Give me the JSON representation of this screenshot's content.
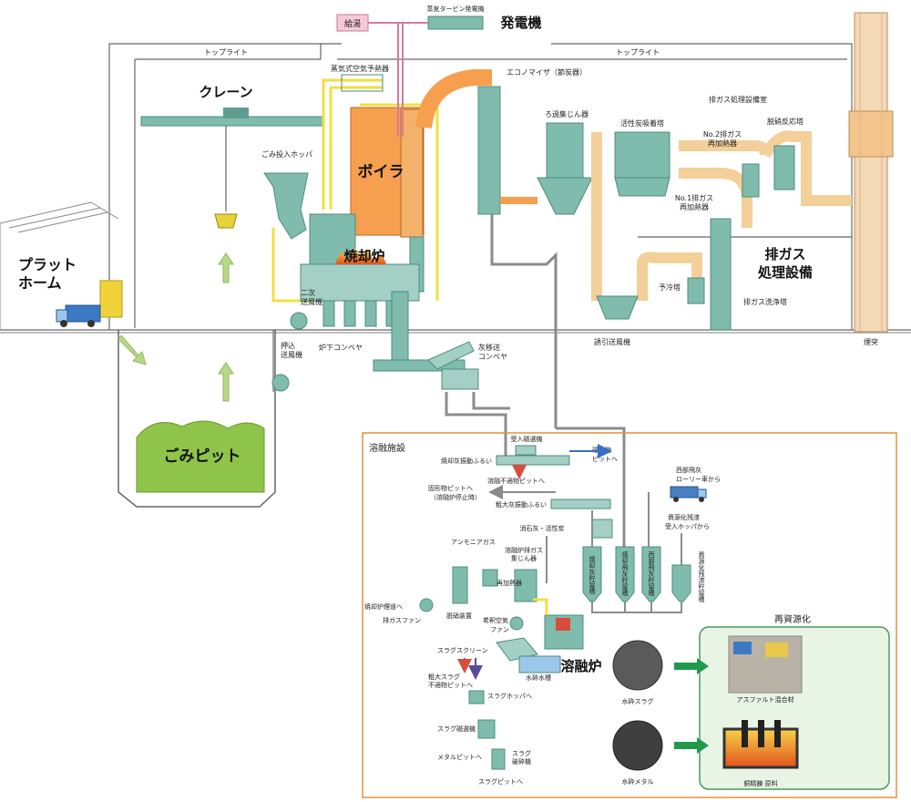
{
  "labels": {
    "toplight_left": "トップライト",
    "toplight_right": "トップライト",
    "crane": "クレーン",
    "platform_l1": "プラット",
    "platform_l2": "ホーム",
    "garbage_pit": "ごみピット",
    "hopper": "ごみ投入ホッパ",
    "boiler": "ボイラ",
    "incinerator": "焼却炉",
    "secondary_fan_l1": "二次",
    "secondary_fan_l2": "送風機",
    "push_fan_l1": "押込",
    "push_fan_l2": "送風機",
    "furnace_conveyor": "炉下コンベヤ",
    "ash_conveyor_l1": "灰移送",
    "ash_conveyor_l2": "コンベヤ",
    "steam_preheater": "蒸気式空気予熱器",
    "hot_water": "給湯",
    "turbine": "蒸気タービン発電機",
    "generator": "発電機",
    "economizer": "エコノマイザ（節炭器）",
    "filter": "ろ過集じん器",
    "flue_gas_room": "排ガス処理設備室",
    "activated_carbon": "活性炭吸着塔",
    "reheater2_l1": "No.2排ガス",
    "reheater2_l2": "再加熱器",
    "reheater1_l1": "No.1排ガス",
    "reheater1_l2": "再加熱器",
    "denitration": "脱硝反応塔",
    "induced_fan": "誘引送風機",
    "precooler": "予冷塔",
    "scrubber": "排ガス洗浄塔",
    "flue_gas_l1": "排ガス",
    "flue_gas_l2": "処理設備",
    "chimney": "煙突",
    "melting_facility": "溶融施設",
    "magnet_in": "受入磁選機",
    "magnetic_material_l1": "磁性物",
    "magnetic_material_l2": "ピットへ",
    "ash_screen": "焼却灰振動ふるい",
    "unsuitable_pit": "溶融不適物ピットへ",
    "solid_pit_l1": "固形物ピットへ",
    "solid_pit_l2": "（溶融炉停止時）",
    "coarse_screen": "粗大灰振動ふるい",
    "lime_carbon": "消石灰・活性炭",
    "ammonia": "アンモニアガス",
    "melt_dust": "溶融炉排ガス",
    "melt_dust2": "集じん器",
    "reheat": "再加熱器",
    "incin_flue": "焼却炉煙道へ",
    "exhaust_fan": "排ガスファン",
    "denitr_device": "脱硝装置",
    "dilution_fan_l1": "希釈空気",
    "dilution_fan_l2": "ファン",
    "slag_screen": "スラグスクリーン",
    "melting_furnace": "溶融炉",
    "water_tank": "水砕水槽",
    "coarse_slag_l1": "粗大スラグ",
    "coarse_slag_l2": "不適物ピットへ",
    "slag_hopper": "スラグホッパへ",
    "slag_magnet": "スラグ磁選機",
    "metal_pit": "メタルピットへ",
    "slag_crusher_l1": "スラグ",
    "slag_crusher_l2": "破砕機",
    "slag_pit": "スラグピットへ",
    "silo1": "焼却灰貯留槽",
    "silo2": "焼却飛灰貯留槽",
    "silo3": "西部飛灰貯留槽",
    "silo4": "資源化残渣貯留槽",
    "seibu_l1": "西部飛灰",
    "seibu_l2": "ローリー車から",
    "resource_l1": "資源化残渣",
    "resource_l2": "受入ホッパから",
    "recycle": "再資源化",
    "water_slag": "水砕スラグ",
    "water_metal": "水砕メタル",
    "asphalt": "アスファルト混合材",
    "steel_raw": "銅精錬 原料"
  },
  "colors": {
    "equipment": "#7fbcae",
    "boiler": "#f6a04f",
    "pit": "#8fc44a",
    "duct": "#f3cf99",
    "steam_line": "#f0e040",
    "ash_line": "#8c8c8c",
    "recycle_box": "#e8f4e4",
    "melt_frame": "#e2913d"
  }
}
